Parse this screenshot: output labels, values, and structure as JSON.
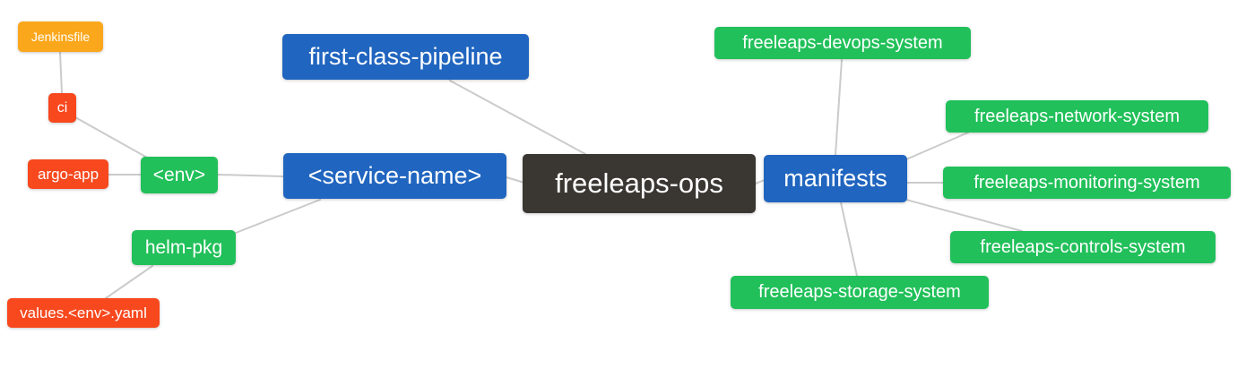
{
  "diagram": {
    "type": "mindmap",
    "background_color": "#ffffff",
    "edge_color": "#cbcbcb",
    "text_color": "#ffffff",
    "palette": {
      "root": "#3a3733",
      "branch_blue": "#2065bf",
      "leaf_green": "#21c05a",
      "leaf_red": "#f7481e",
      "leaf_orange": "#fba71b"
    },
    "root": {
      "label": "freeleaps-ops"
    },
    "nodes": {
      "freeleaps_ops": {
        "label": "freeleaps-ops"
      },
      "first_class_pipeline": {
        "label": "first-class-pipeline"
      },
      "service_name": {
        "label": "<service-name>"
      },
      "manifests": {
        "label": "manifests"
      },
      "env": {
        "label": "<env>"
      },
      "helm_pkg": {
        "label": "helm-pkg"
      },
      "ci": {
        "label": "ci"
      },
      "argo_app": {
        "label": "argo-app"
      },
      "jenkinsfile": {
        "label": "Jenkinsfile"
      },
      "values_env_yaml": {
        "label": "values.<env>.yaml"
      },
      "devops_system": {
        "label": "freeleaps-devops-system"
      },
      "network_system": {
        "label": "freeleaps-network-system"
      },
      "monitoring_system": {
        "label": "freeleaps-monitoring-system"
      },
      "controls_system": {
        "label": "freeleaps-controls-system"
      },
      "storage_system": {
        "label": "freeleaps-storage-system"
      }
    },
    "edges": [
      {
        "from": "jenkinsfile",
        "to": "ci"
      },
      {
        "from": "ci",
        "to": "env"
      },
      {
        "from": "argo_app",
        "to": "env"
      },
      {
        "from": "env",
        "to": "service_name"
      },
      {
        "from": "service_name",
        "to": "helm_pkg"
      },
      {
        "from": "helm_pkg",
        "to": "values_env_yaml"
      },
      {
        "from": "first_class_pipeline",
        "to": "freeleaps_ops"
      },
      {
        "from": "service_name",
        "to": "freeleaps_ops"
      },
      {
        "from": "freeleaps_ops",
        "to": "manifests"
      },
      {
        "from": "manifests",
        "to": "devops_system"
      },
      {
        "from": "manifests",
        "to": "network_system"
      },
      {
        "from": "manifests",
        "to": "monitoring_system"
      },
      {
        "from": "manifests",
        "to": "controls_system"
      },
      {
        "from": "manifests",
        "to": "storage_system"
      }
    ]
  }
}
